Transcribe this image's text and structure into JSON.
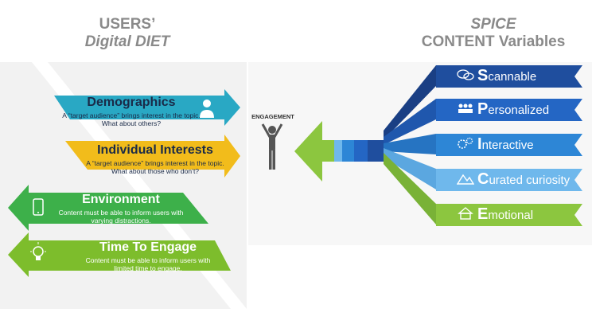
{
  "left_title": {
    "line1": "USERS’",
    "line2": "Digital DIET"
  },
  "right_title": {
    "line1": "SPICE",
    "line2": "CONTENT Variables"
  },
  "engagement_label": "ENGAGEMENT",
  "diet_items": [
    {
      "title": "Demographics",
      "desc": "A “target audience” brings interest in the topic. What about others?",
      "color": "#29a8c4",
      "icon": "person-icon"
    },
    {
      "title": "Individual Interests",
      "desc": "A “target audience” brings interest in the topic. What about those who don’t?",
      "color": "#f2bc1b",
      "icon": "none"
    },
    {
      "title": "Environment",
      "desc": "Content must be able to inform users with varying distractions.",
      "color": "#3db04a",
      "icon": "mobile-phone-icon"
    },
    {
      "title": "Time To Engage",
      "desc": "Content must be able to inform users with limited time to engage.",
      "color": "#7dbd2c",
      "icon": "lightbulb-icon"
    }
  ],
  "spice_items": [
    {
      "letter": "S",
      "rest": "cannable",
      "color": "#1f4e9e",
      "icon": "chat-bubbles-icon"
    },
    {
      "letter": "P",
      "rest": "ersonalized",
      "color": "#2466c4",
      "icon": "group-icon"
    },
    {
      "letter": "I",
      "rest": "nteractive",
      "color": "#2d86d6",
      "icon": "gears-icon"
    },
    {
      "letter": "C",
      "rest": "urated curiosity",
      "color": "#6fb8ec",
      "icon": "mountains-icon"
    },
    {
      "letter": "E",
      "rest": "motional",
      "color": "#8cc63f",
      "icon": "home-icon"
    }
  ]
}
